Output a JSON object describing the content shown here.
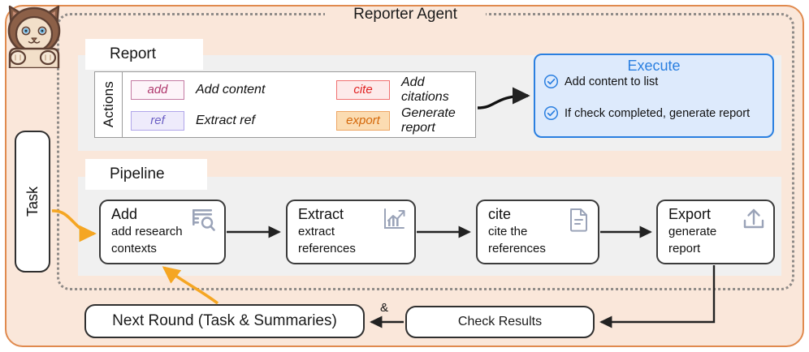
{
  "agent": {
    "title": "Reporter Agent",
    "border_color": "#e08a4e",
    "background_color": "#fae7da"
  },
  "mascot": {
    "icon": "cat-mascot-icon"
  },
  "task": {
    "label": "Task"
  },
  "report_section": {
    "title": "Report",
    "actions": {
      "label": "Actions",
      "items": [
        {
          "tag": "add",
          "desc": "Add content",
          "tag_color": "#b03a6e",
          "border_color": "#c47ba3",
          "fill": "#fdf4f9"
        },
        {
          "tag": "cite",
          "desc": "Add citations",
          "tag_color": "#e02020",
          "border_color": "#f07070",
          "fill": "#fdeaea"
        },
        {
          "tag": "ref",
          "desc": "Extract ref",
          "tag_color": "#6b5fc4",
          "border_color": "#b0a6ea",
          "fill": "#eeebfb"
        },
        {
          "tag": "export",
          "desc": "Generate report",
          "tag_color": "#d4680a",
          "border_color": "#eda563",
          "fill": "#fbdcb2"
        }
      ]
    },
    "execute": {
      "title": "Execute",
      "accent_color": "#2a7fe0",
      "background_color": "#ddeafc",
      "items": [
        {
          "icon": "check-circle-icon",
          "label": "Add content to list"
        },
        {
          "icon": "check-circle-icon",
          "label": "If check completed, generate report"
        }
      ]
    }
  },
  "pipeline_section": {
    "title": "Pipeline",
    "steps": [
      {
        "head": "Add",
        "sub": "add research\ncontexts",
        "sub_l1": "add research",
        "sub_l2": "contexts",
        "icon": "list-search-icon"
      },
      {
        "head": "Extract",
        "sub": "extract\nreferences",
        "sub_l1": "extract",
        "sub_l2": "references",
        "icon": "chart-trend-icon"
      },
      {
        "head": "cite",
        "sub": "cite the\nreferences",
        "sub_l1": "cite the",
        "sub_l2": "references",
        "icon": "document-icon"
      },
      {
        "head": "Export",
        "sub": "generate\nreport",
        "sub_l1": "generate",
        "sub_l2": "report",
        "icon": "upload-icon"
      }
    ]
  },
  "feedback": {
    "next_round": "Next Round (Task & Summaries)",
    "connector": "&",
    "check_results": "Check Results"
  }
}
